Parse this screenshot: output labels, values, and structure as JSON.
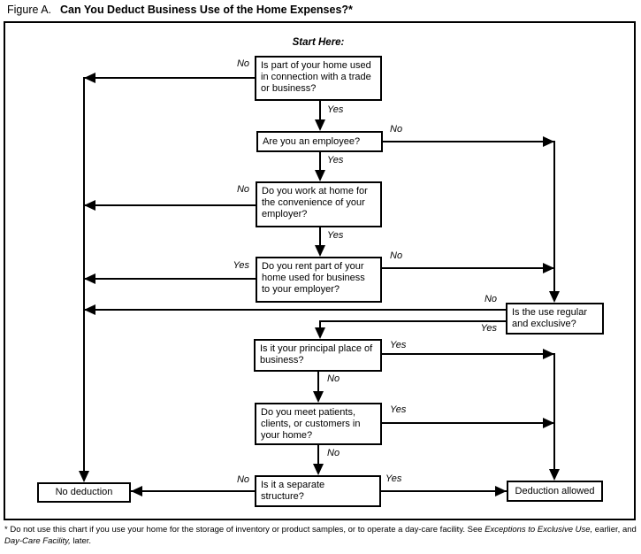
{
  "title": {
    "figure_label": "Figure A.",
    "main": "Can You Deduct Business Use of the Home Expenses?*"
  },
  "flowchart": {
    "start_here": "Start Here:",
    "branch_labels": {
      "yes": "Yes",
      "no": "No"
    },
    "boxes": {
      "q_home_use": "Is part of your home used in connection with a trade or business?",
      "q_employee": "Are you an employee?",
      "q_convenience": "Do you work at home for the convenience of your employer?",
      "q_rent": "Do you rent part of your home used for business to your employer?",
      "q_regular_exclusive": "Is the use regular and exclusive?",
      "q_principal_place": "Is it your principal place of business?",
      "q_meet_patients": "Do you meet patients, clients, or customers in your home?",
      "q_separate_structure": "Is it a separate structure?",
      "no_deduction": "No deduction",
      "deduction_allowed": "Deduction allowed"
    }
  },
  "footnote": {
    "part1": "* Do not use this chart if you use your home for the storage of inventory or product samples, or to operate a day-care facility. See ",
    "italic1": "Exceptions to Exclusive Use,",
    "part2": " earlier, and ",
    "italic2": "Day-Care Facility,",
    "part3": " later."
  }
}
